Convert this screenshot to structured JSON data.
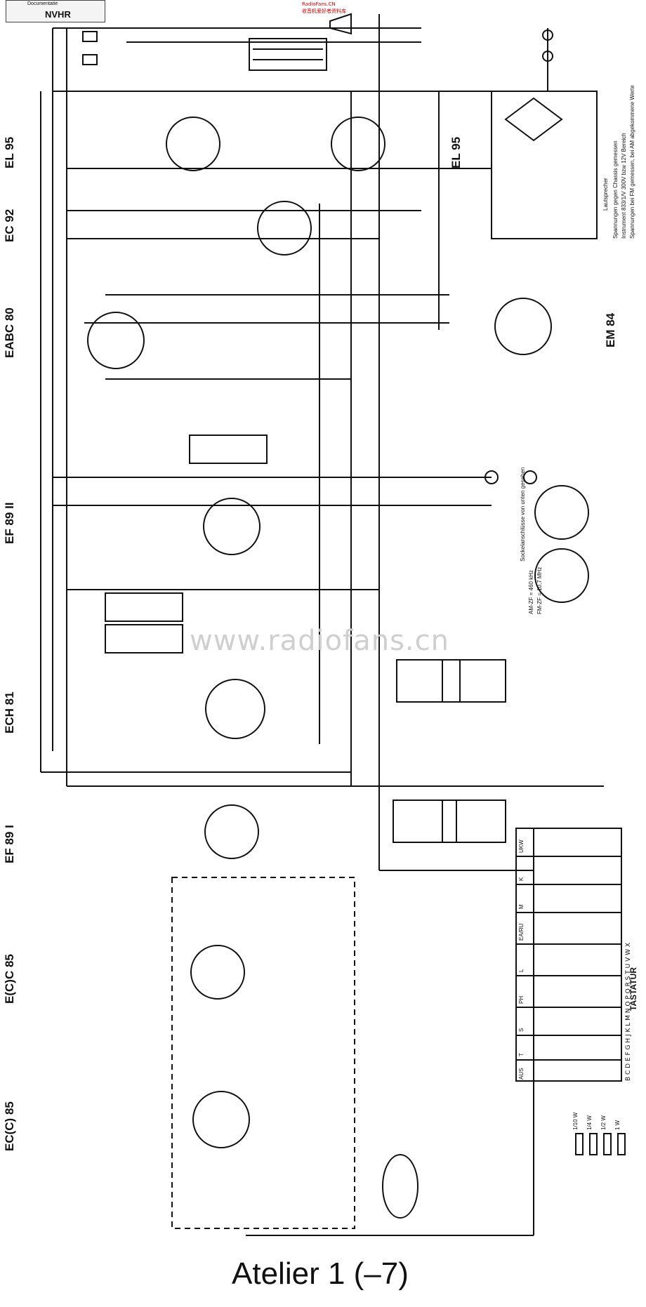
{
  "header": {
    "logo_top": "Documentatie",
    "logo_name": "NVHR",
    "source_top": "RadioFans.CN",
    "source_sub": "收音机爱好者资料库"
  },
  "tubes": [
    {
      "label": "EL 95"
    },
    {
      "label": "EC 92"
    },
    {
      "label": "EABC 80"
    },
    {
      "label": "EF 89 II"
    },
    {
      "label": "ECH 81"
    },
    {
      "label": "EF 89 I"
    },
    {
      "label": "E(C)C 85"
    },
    {
      "label": "EC(C) 85"
    }
  ],
  "right_labels": {
    "el95_right": "EL 95",
    "em84": "EM 84",
    "tastatur": "TASTATUR"
  },
  "notes": {
    "voltage_note_1": "Spannungen gegen Chassis gemessen",
    "voltage_note_2": "Instrument 833/1/V 300V bzw 12V Bereich",
    "voltage_note_3": "Spannungen bei FM gemessen, bei AM abgekommene Werte",
    "socket_note": "Sockelanschlüsse von unten gesehen",
    "if_note_1": "AM-ZF = 460 kHz",
    "if_note_2": "FM-ZF = 10,7 MHz",
    "lautsprecher": "Lautsprecher"
  },
  "keys": [
    "UKW",
    "K",
    "M",
    "EA/RU",
    "L",
    "PH",
    "S",
    "T",
    "AUS"
  ],
  "key_letters": "B C D E F G H J K L M N O P Q R S T U V W X",
  "resistor_legend": [
    "1/10 W",
    "1/4 W",
    "1/2 W",
    "1 W"
  ],
  "watermark": "www.radiofans.cn",
  "title": "Atelier 1 (–7)"
}
